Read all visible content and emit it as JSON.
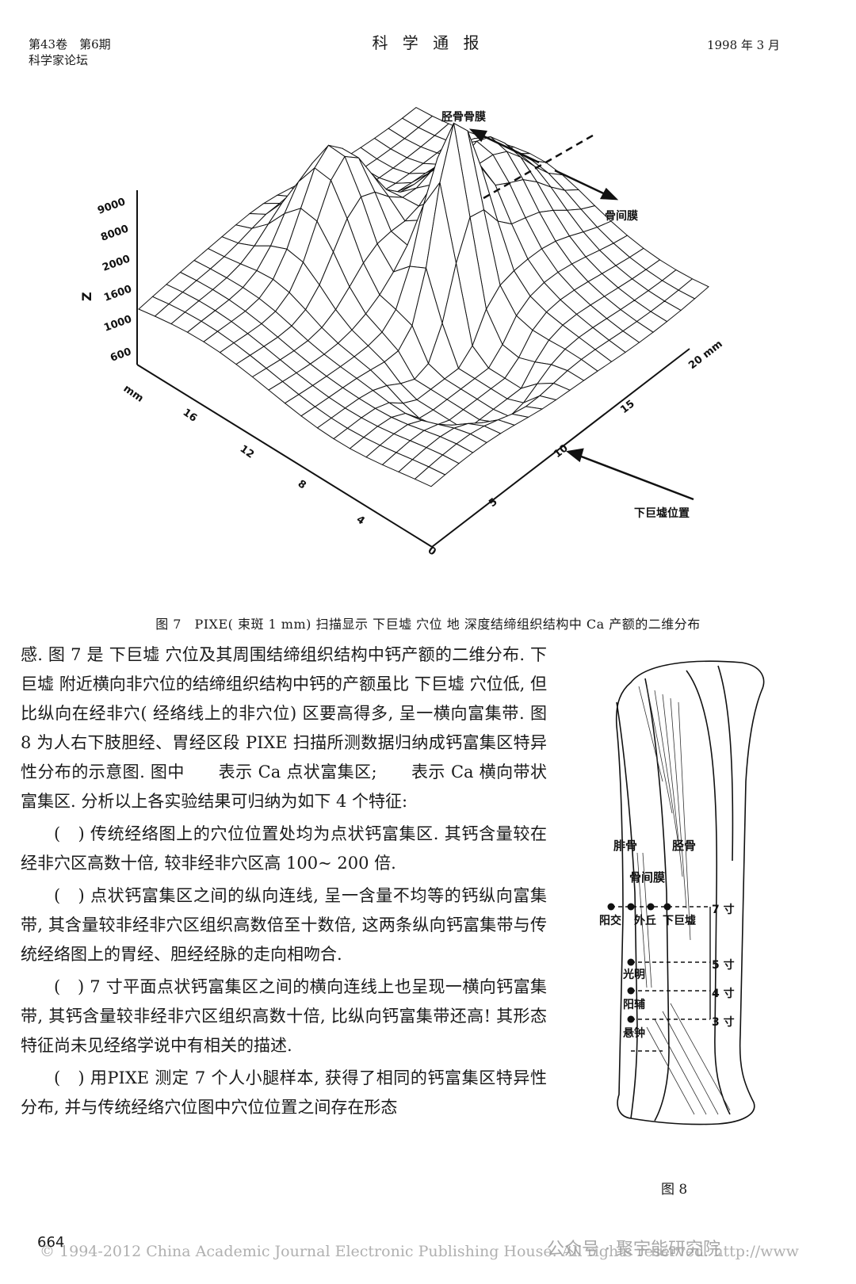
{
  "header": {
    "volume": "第43卷　第6期",
    "section": "科学家论坛",
    "journal": "科 学 通 报",
    "date": "1998 年 3 月"
  },
  "figure7": {
    "label_top": "胫骨骨膜",
    "label_mid": "骨间膜",
    "label_bottom": "下巨墟位置",
    "z_axis_label": "Z",
    "z_ticks": [
      "9000",
      "8000",
      "2000",
      "1600",
      "1000",
      "600"
    ],
    "left_axis_unit": "mm",
    "left_ticks": [
      "16",
      "12",
      "8",
      "4",
      "0"
    ],
    "right_ticks": [
      "5",
      "10",
      "15",
      "20 mm"
    ],
    "caption": "图 7　PIXE( 束斑 1 mm) 扫描显示 下巨墟 穴位 地 深度结缔组织结构中 Ca 产额的二维分布"
  },
  "body": {
    "paragraphs": [
      "感. 图 7 是 下巨墟 穴位及其周围结缔组织结构中钙产额的二维分布. 下巨墟 附近横向非穴位的结缔组织结构中钙的产额虽比 下巨墟 穴位低, 但比纵向在经非穴( 经络线上的非穴位) 区要高得多, 呈一横向富集带. 图 8 为人右下肢胆经、胃经区段 PIXE 扫描所测数据归纳成钙富集区特异性分布的示意图. 图中　　表示 Ca 点状富集区;　　表示 Ca 横向带状富集区. 分析以上各实验结果可归纳为如下 4 个特征:",
      "(　) 传统经络图上的穴位位置处均为点状钙富集区. 其钙含量较在经非穴区高数十倍, 较非经非穴区高 100~ 200 倍.",
      "(　) 点状钙富集区之间的纵向连线, 呈一含量不均等的钙纵向富集带, 其含量较非经非穴区组织高数倍至十数倍, 这两条纵向钙富集带与传统经络图上的胃经、胆经经脉的走向相吻合.",
      "(　) 7 寸平面点状钙富集区之间的横向连线上也呈现一横向钙富集带, 其钙含量较非经非穴区组织高数十倍, 比纵向钙富集带还高! 其形态特征尚未见经络学说中有相关的描述.",
      "(　) 用PIXE 测定 7 个人小腿样本, 获得了相同的钙富集区特异性分布, 并与传统经络穴位图中穴位位置之间存在形态"
    ]
  },
  "figure8": {
    "label_feigu": "腓骨",
    "label_jinggu": "胫骨",
    "label_gujianmo": "骨间膜",
    "label_yangjiao": "阳交",
    "label_waiqiu": "外丘",
    "label_xiajuxu": "下巨墟",
    "label_guangming": "光明",
    "label_yangfu": "阳辅",
    "label_xuanzhong": "悬钟",
    "cun7": "7 寸",
    "cun5": "5 寸",
    "cun4": "4 寸",
    "cun3": "3 寸",
    "caption": "图 8"
  },
  "footer": {
    "page_number": "664",
    "copyright": "© 1994-2012 China Academic Journal Electronic Publishing House. All rights reserved.   http://www",
    "watermark": "公众号 · 聚宇能研究院"
  }
}
